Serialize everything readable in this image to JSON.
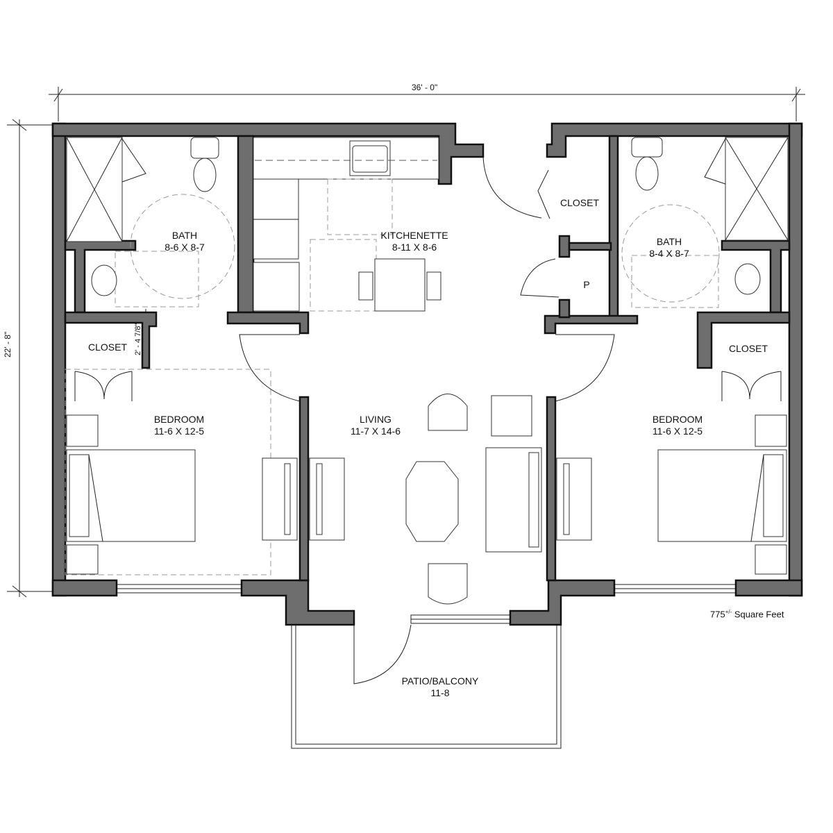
{
  "dimensions": {
    "width": "36' - 0\"",
    "height": "22' - 8\"",
    "closet_depth": "2' - 4 7/8\""
  },
  "area": {
    "value": "775",
    "superscript": "+/-",
    "unit": "Square Feet"
  },
  "rooms": {
    "bath_left": {
      "name": "BATH",
      "size": "8-6 X 8-7"
    },
    "kitchenette": {
      "name": "KITCHENETTE",
      "size": "8-11 X 8-6"
    },
    "closet_top": {
      "name": "CLOSET"
    },
    "bath_right": {
      "name": "BATH",
      "size": "8-4 X 8-7"
    },
    "pantry": {
      "name": "P"
    },
    "closet_left": {
      "name": "CLOSET"
    },
    "closet_right": {
      "name": "CLOSET"
    },
    "bedroom_left": {
      "name": "BEDROOM",
      "size": "11-6 X 12-5"
    },
    "living": {
      "name": "LIVING",
      "size": "11-7 X 14-6"
    },
    "bedroom_right": {
      "name": "BEDROOM",
      "size": "11-6 X 12-5"
    },
    "patio": {
      "name": "PATIO/BALCONY",
      "size": "11-8"
    }
  }
}
